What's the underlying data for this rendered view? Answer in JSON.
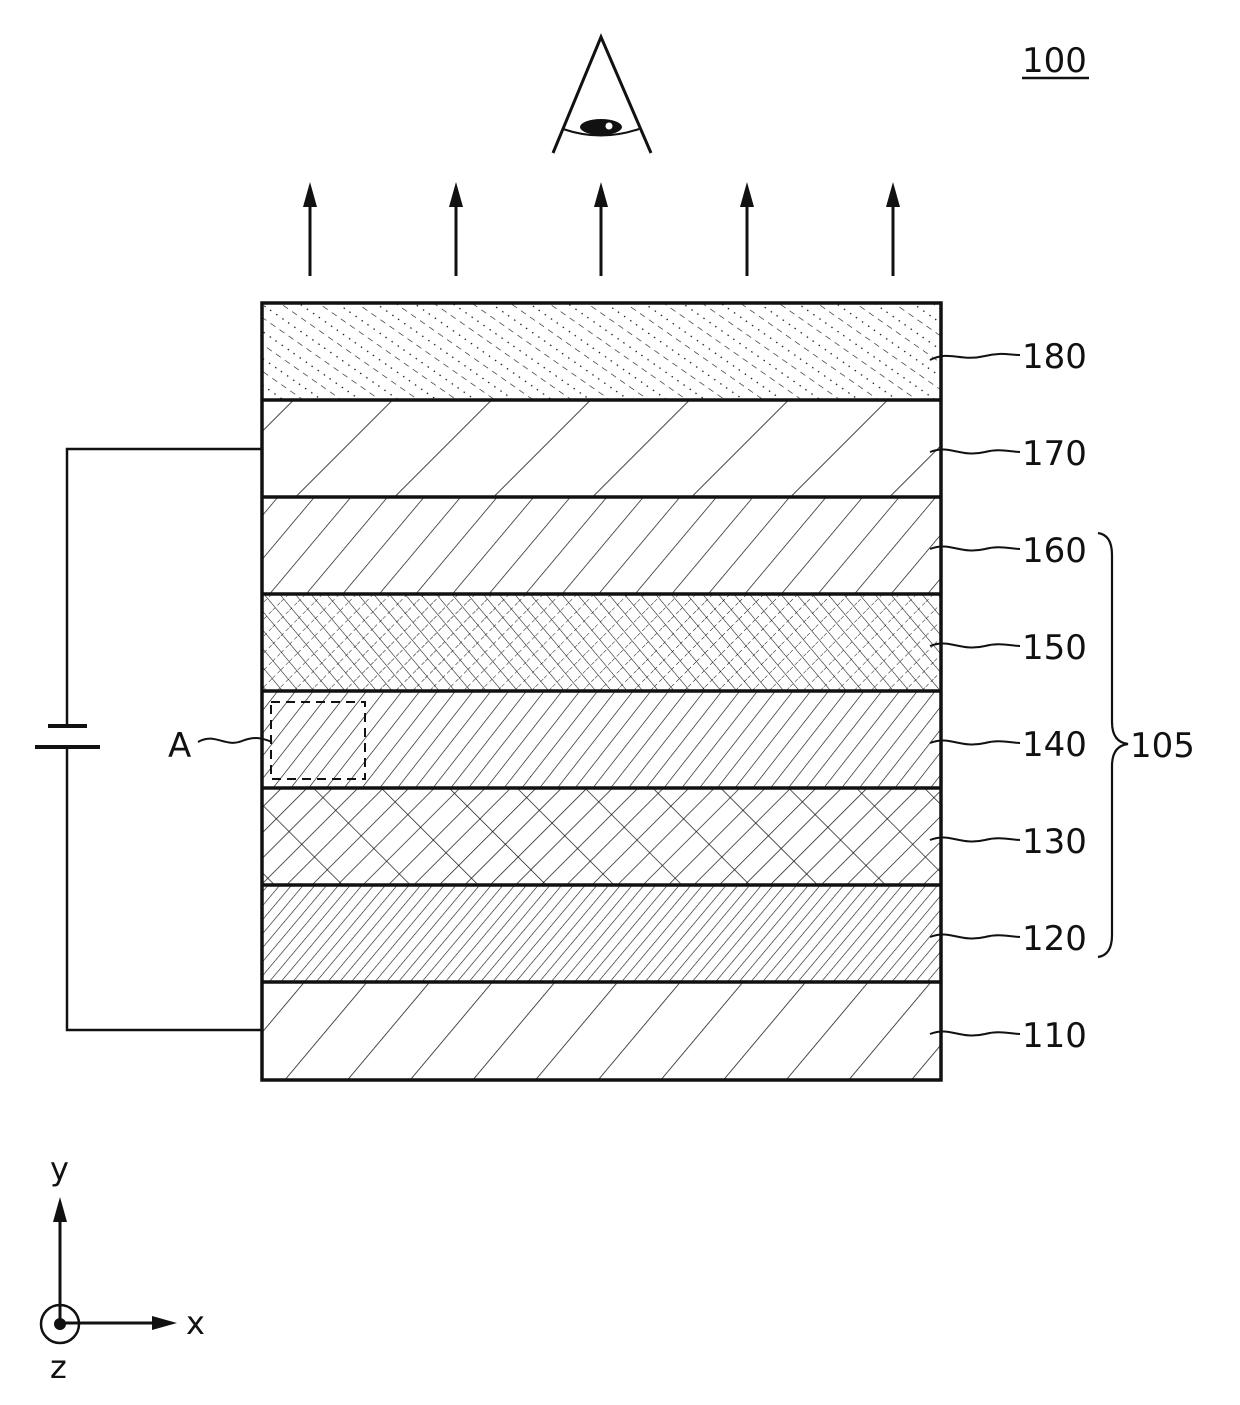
{
  "figure": {
    "reference": "100",
    "stack_group_label": "105",
    "region_label": "A"
  },
  "layers": [
    {
      "label": "180",
      "pattern": "dashed-dotted-diagonal"
    },
    {
      "label": "170",
      "pattern": "wide-backslash"
    },
    {
      "label": "160",
      "pattern": "medium-slash"
    },
    {
      "label": "150",
      "pattern": "dense-crosshatch-dashed"
    },
    {
      "label": "140",
      "pattern": "dense-slash"
    },
    {
      "label": "130",
      "pattern": "chevron-backslash"
    },
    {
      "label": "120",
      "pattern": "very-dense-slash"
    },
    {
      "label": "110",
      "pattern": "wide-slash"
    }
  ],
  "axes": {
    "y": "y",
    "x": "x",
    "z": "z"
  },
  "icons": {
    "viewer": "eye-icon",
    "emission": "up-arrow-icon",
    "power": "battery-icon"
  },
  "colors": {
    "line": "#111111",
    "background": "#ffffff"
  }
}
